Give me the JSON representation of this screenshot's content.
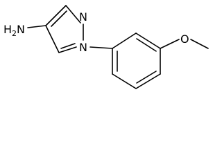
{
  "molecule": {
    "atoms": {
      "amine_h": "H",
      "amine_h_count": "2",
      "amine_n": "N",
      "pyrazole_n2": "N",
      "pyrazole_n1": "N",
      "methoxy_o": "O"
    }
  }
}
